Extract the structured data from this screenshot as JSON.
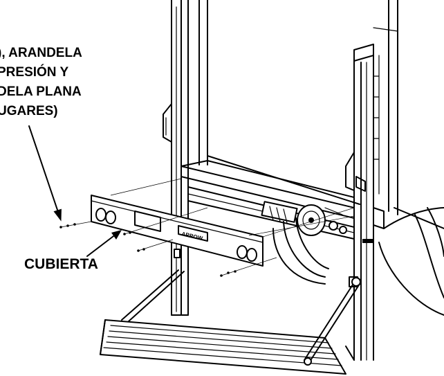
{
  "callouts": {
    "hardware": {
      "lines": [
        "), ARANDELA",
        "PRESIÓN Y",
        "DELA PLANA",
        "UGARES)"
      ]
    },
    "cover": {
      "label": "CUBIERTA"
    }
  },
  "cover_logo": "ARROW"
}
